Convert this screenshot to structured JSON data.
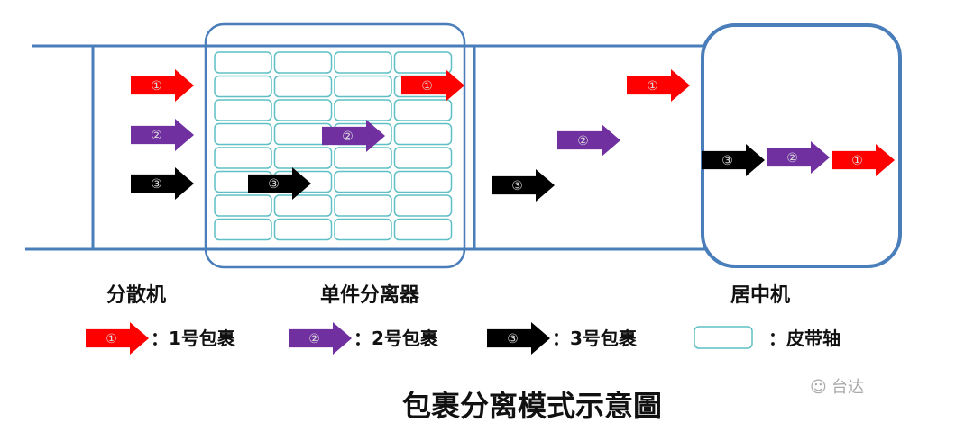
{
  "stations": {
    "disperser": "分散机",
    "separator": "单件分离器",
    "centering": "居中机"
  },
  "packages": [
    {
      "mark": "①",
      "legend": "：1号包裹",
      "color": "#ff0000"
    },
    {
      "mark": "②",
      "legend": "：2号包裹",
      "color": "#7030a0"
    },
    {
      "mark": "③",
      "legend": "：3号包裹",
      "color": "#000000"
    }
  ],
  "belt_legend": "：皮带轴",
  "title": "包裹分离模式示意圖",
  "watermark": "台达",
  "colors": {
    "frame": "#4a7ebb",
    "belt": "#5fbfc4"
  }
}
